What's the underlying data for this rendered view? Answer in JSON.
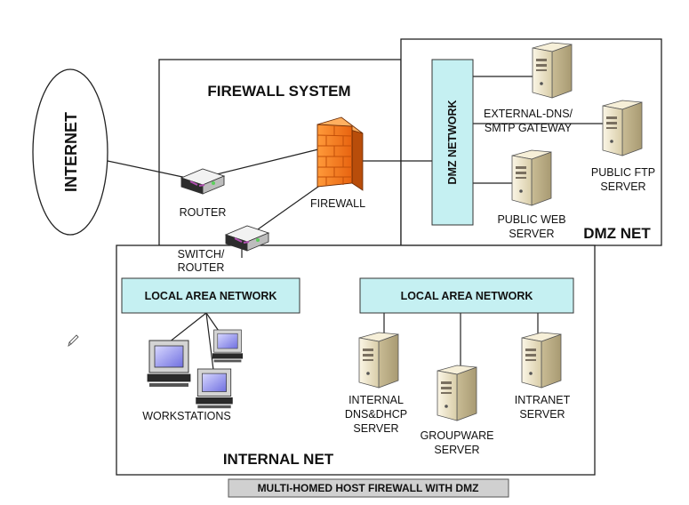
{
  "zones": {
    "internet": "INTERNET",
    "firewall_system": "FIREWALL SYSTEM",
    "dmz_net": "DMZ NET",
    "internal_net": "INTERNAL NET"
  },
  "buses": {
    "dmz_network": "DMZ NETWORK",
    "lan_left": "LOCAL AREA NETWORK",
    "lan_right": "LOCAL AREA NETWORK"
  },
  "devices": {
    "router": "ROUTER",
    "firewall": "FIREWALL",
    "switch_router_line1": "SWITCH/",
    "switch_router_line2": "ROUTER",
    "ext_dns_line1": "EXTERNAL-DNS/",
    "ext_dns_line2": "SMTP GATEWAY",
    "public_ftp_line1": "PUBLIC FTP",
    "public_ftp_line2": "SERVER",
    "public_web_line1": "PUBLIC WEB",
    "public_web_line2": "SERVER",
    "workstations": "WORKSTATIONS",
    "internal_dns_line1": "INTERNAL",
    "internal_dns_line2": "DNS&DHCP",
    "internal_dns_line3": "SERVER",
    "groupware_line1": "GROUPWARE",
    "groupware_line2": "SERVER",
    "intranet_line1": "INTRANET",
    "intranet_line2": "SERVER"
  },
  "caption": "MULTI-HOMED HOST FIREWALL WITH DMZ",
  "colors": {
    "bus_fill": "#c5f0f2",
    "firewall_orange": "#f07a1a",
    "server_beige": "#efe6cc",
    "caption_bg": "#d0d0d0"
  }
}
